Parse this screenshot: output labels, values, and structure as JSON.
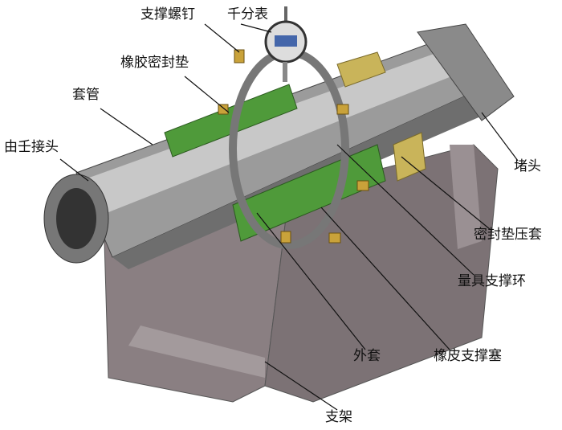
{
  "labels": {
    "support_screw": "支撑螺钉",
    "dial_gauge": "千分表",
    "rubber_gasket": "橡胶密封垫",
    "casing": "套管",
    "union_joint": "由壬接头",
    "plug": "堵头",
    "gasket_gland": "密封垫压套",
    "gauge_support_ring": "量具支撑环",
    "outer_sleeve": "外套",
    "rubber_support_plug": "橡皮支撑塞",
    "stand": "支架"
  },
  "colors": {
    "metal": "#8c8c8c",
    "metal_dark": "#5a5a5a",
    "gasket_green": "#4f9a3a",
    "gland_yellow": "#c9b45a",
    "stand": "#8a7f82"
  }
}
